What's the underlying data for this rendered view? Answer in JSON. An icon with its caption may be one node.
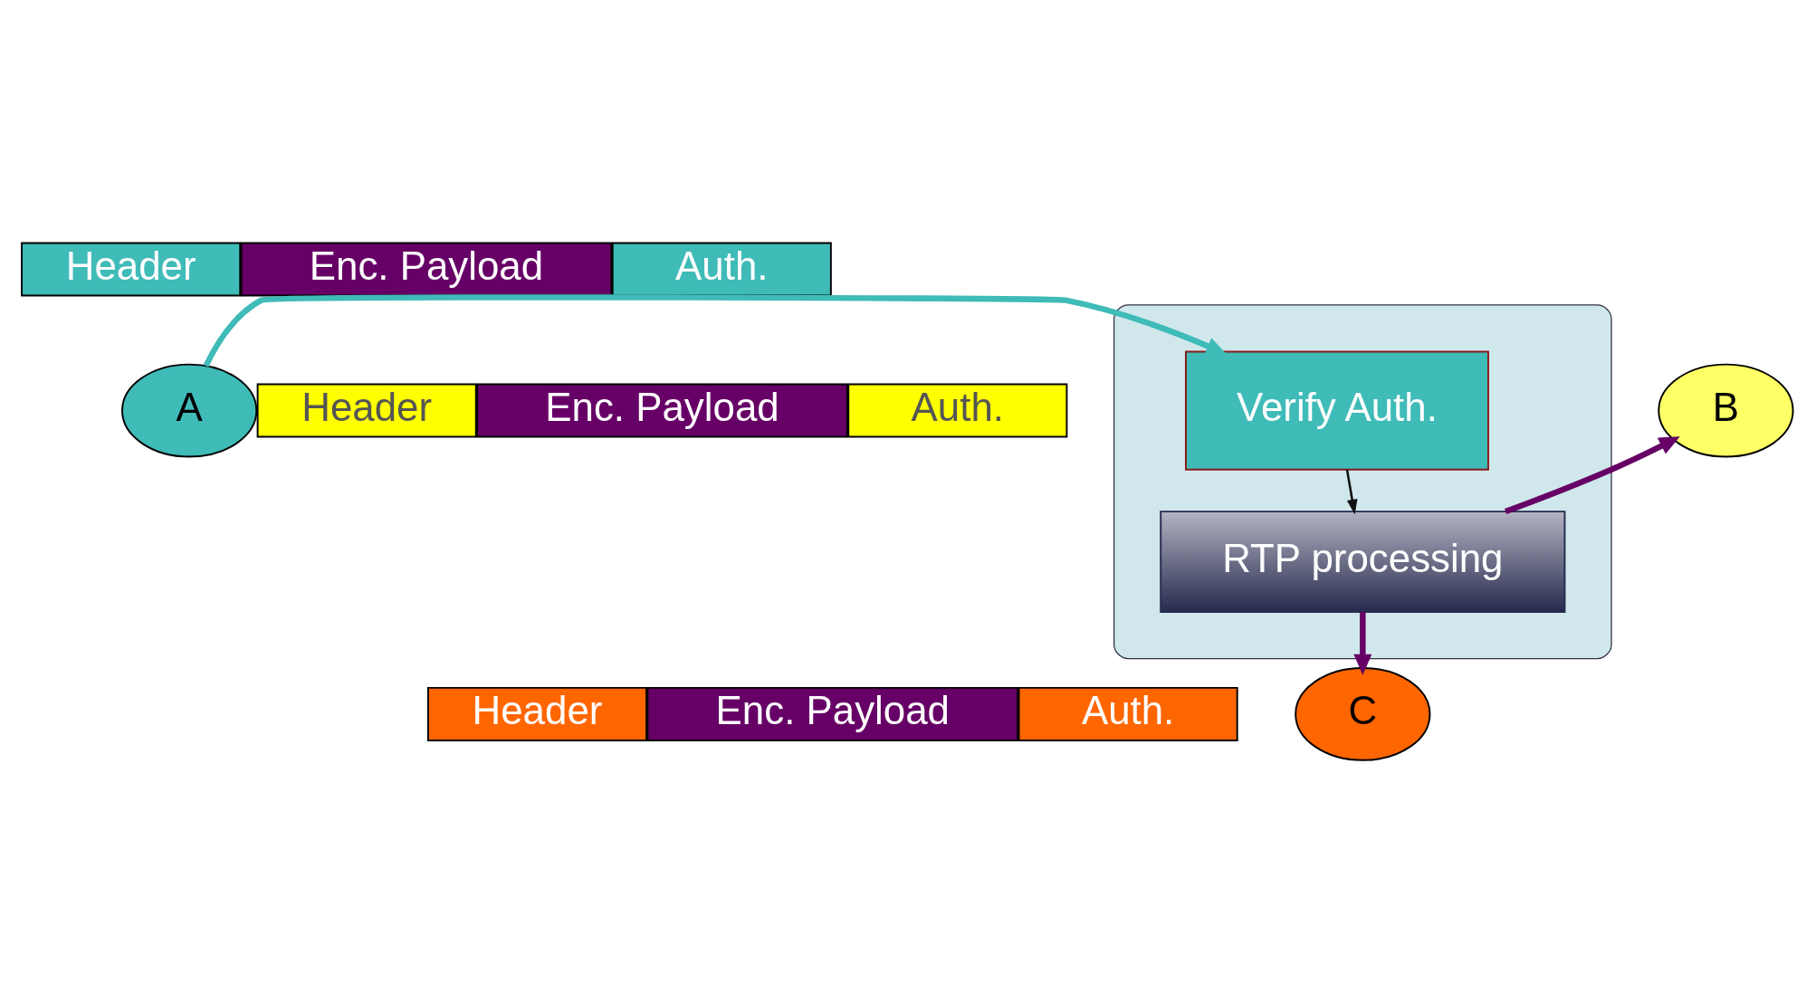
{
  "diagram": {
    "nodes": [
      {
        "text": [
          "Header"
        ]
      },
      {
        "text": [
          "Enc. Payload"
        ]
      },
      {
        "text": [
          "Auth."
        ]
      },
      {
        "text": [],
        "shape": "box"
      },
      {
        "text": [
          "A"
        ]
      },
      {
        "text": [
          "B"
        ]
      },
      {
        "text": [
          "Verify Auth."
        ],
        "in": 3
      },
      {
        "text": [
          "Header"
        ]
      },
      {
        "text": [
          "Enc. Payload"
        ]
      },
      {
        "text": [
          "Auth."
        ]
      },
      {
        "text": [
          "RTP processing"
        ],
        "in": 3
      },
      {
        "text": [
          "C"
        ]
      },
      {
        "text": [
          "Header"
        ]
      },
      {
        "text": [
          "Enc. Payload"
        ]
      },
      {
        "text": [
          "Auth."
        ]
      }
    ],
    "edges": [
      {
        "from": 4,
        "to": 6,
        "arrow": "to",
        "color": "#3fbbb8"
      },
      {
        "from": 6,
        "to": 10,
        "arrow": "to",
        "color": "#111111"
      },
      {
        "from": 10,
        "to": 5,
        "arrow": "to"
      },
      {
        "from": 10,
        "to": 11,
        "arrow": "to"
      }
    ]
  }
}
